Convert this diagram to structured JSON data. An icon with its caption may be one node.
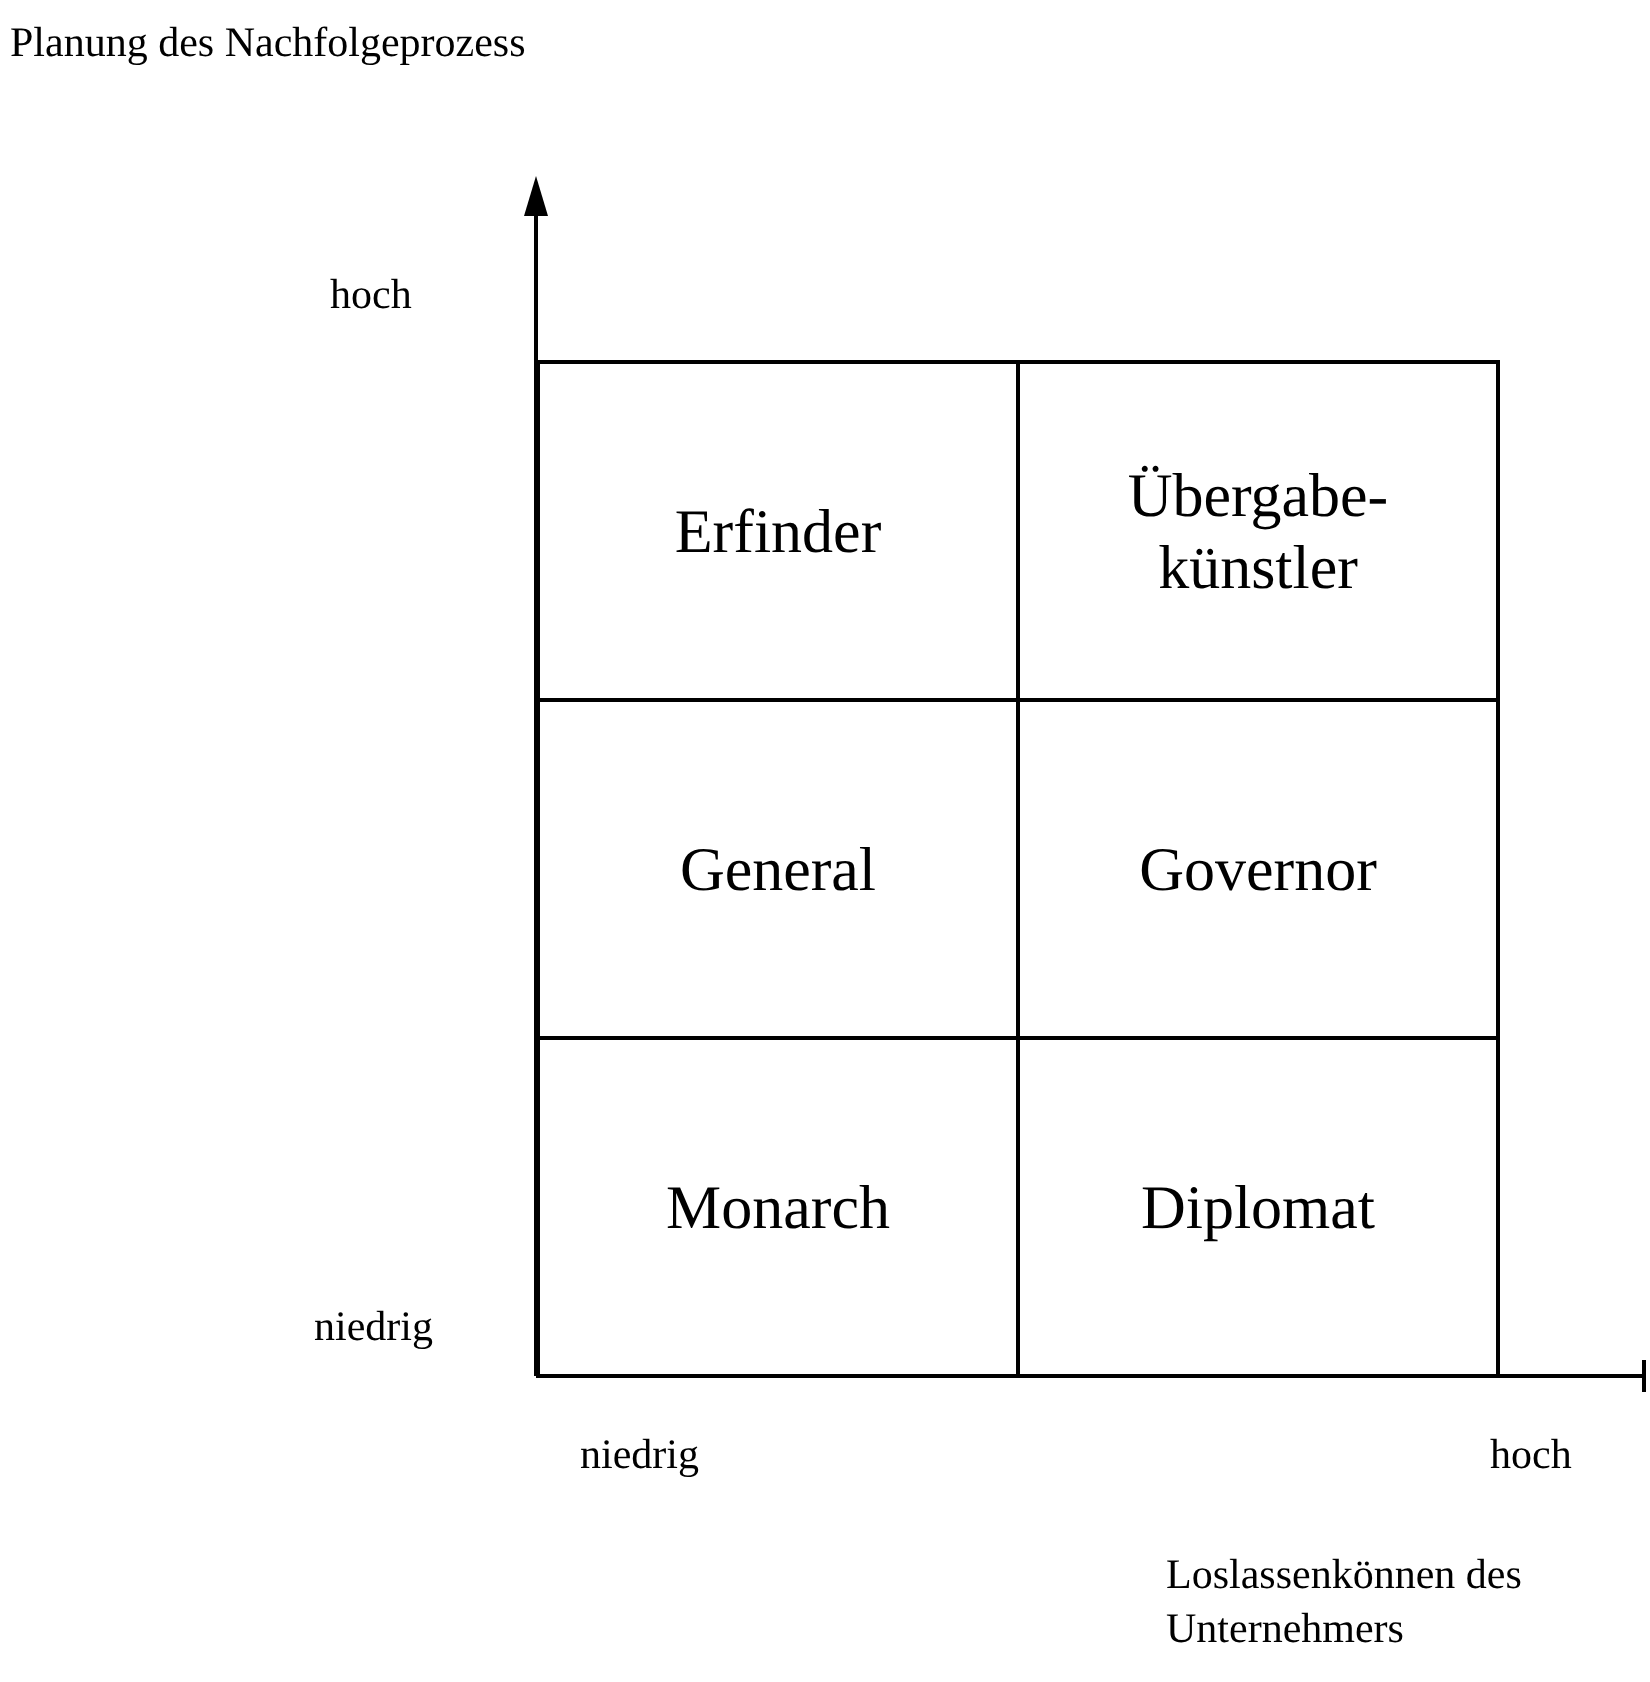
{
  "diagram": {
    "nodes": [
      {
        "text": [
          "Erfinder"
        ]
      },
      {
        "text": [
          "Übergabe- künstler"
        ]
      },
      {
        "text": [
          "General"
        ]
      },
      {
        "text": [
          "Governor"
        ]
      },
      {
        "text": [
          "Monarch"
        ]
      },
      {
        "text": [
          "Diplomat"
        ]
      }
    ],
    "labels": [
      "Planung des Nachfolgeprozess",
      "hoch",
      "niedrig",
      "niedrig",
      "hoch",
      "Loslassenkönnen des Unternehmers"
    ]
  }
}
